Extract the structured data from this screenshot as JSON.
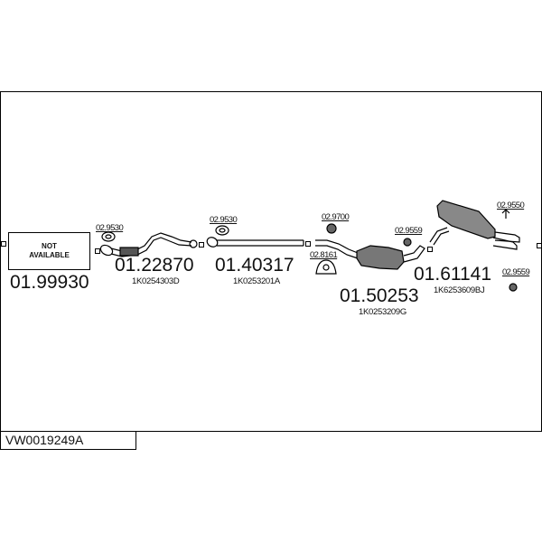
{
  "diagram_code": "VW0019249A",
  "parts": [
    {
      "number": "01.99930",
      "note": "NOT AVAILABLE"
    },
    {
      "number": "01.22870",
      "oem": "1K0254303D",
      "fitting": "02.9530"
    },
    {
      "number": "01.40317",
      "oem": "1K0253201A",
      "fitting": "02.9530"
    },
    {
      "number": "01.50253",
      "oem": "1K0253209G",
      "fittings": [
        "02.9700",
        "02.8161",
        "02.9559"
      ]
    },
    {
      "number": "01.61141",
      "oem": "1K6253609BJ",
      "fittings": [
        "02.9550",
        "02.9559"
      ]
    }
  ],
  "not_available": [
    "NOT",
    "AVAILABLE"
  ]
}
